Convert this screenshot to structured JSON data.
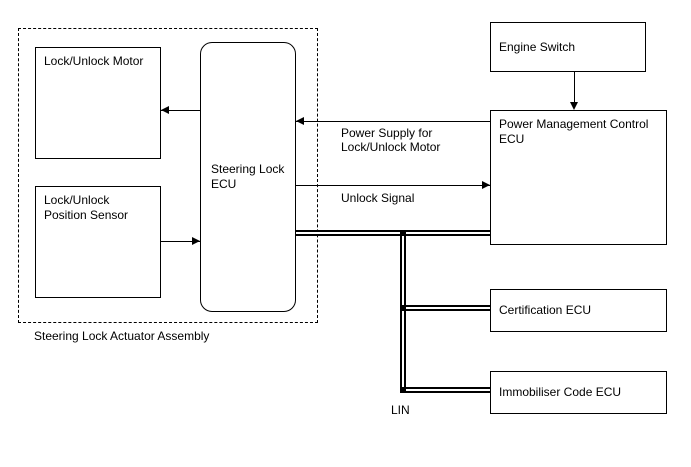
{
  "diagram": {
    "assembly_label": "Steering Lock Actuator Assembly",
    "nodes": {
      "lock_unlock_motor": "Lock/Unlock Motor",
      "lock_unlock_position_sensor": "Lock/Unlock Position Sensor",
      "steering_lock_ecu": "Steering Lock ECU",
      "engine_switch": "Engine Switch",
      "power_management_control_ecu": "Power Management Control ECU",
      "certification_ecu": "Certification ECU",
      "immobiliser_code_ecu": "Immobiliser Code ECU"
    },
    "signal_labels": {
      "power_supply": "Power Supply for Lock/Unlock Motor",
      "unlock_signal": "Unlock Signal",
      "lin_bus": "LIN"
    },
    "colors": {
      "line": "#000000",
      "background": "#ffffff"
    }
  }
}
